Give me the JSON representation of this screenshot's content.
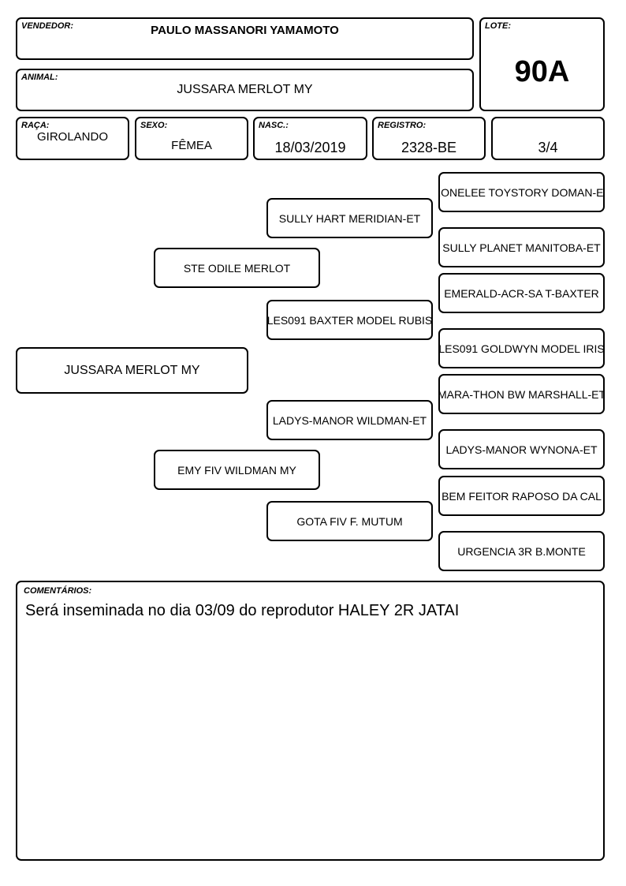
{
  "header": {
    "vendedor_label": "VENDEDOR:",
    "vendedor": "PAULO MASSANORI YAMAMOTO",
    "lote_label": "LOTE:",
    "lote": "90A",
    "animal_label": "ANIMAL:",
    "animal": "JUSSARA MERLOT MY"
  },
  "info": {
    "raca_label": "RAÇA:",
    "raca": "GIROLANDO",
    "sexo_label": "SEXO:",
    "sexo": "FÊMEA",
    "nasc_label": "NASC.:",
    "nasc": "18/03/2019",
    "registro_label": "REGISTRO:",
    "registro": "2328-BE",
    "grau": "3/4"
  },
  "pedigree": {
    "animal": "JUSSARA MERLOT MY",
    "sire": "STE ODILE MERLOT",
    "dam": "EMY FIV WILDMAN MY",
    "sire_sire": "SULLY HART MERIDIAN-ET",
    "sire_dam": "LES091 BAXTER MODEL RUBIS",
    "dam_sire": "LADYS-MANOR WILDMAN-ET",
    "dam_dam": "GOTA FIV F. MUTUM",
    "gg": [
      "RONELEE TOYSTORY DOMAN-ET",
      "SULLY PLANET MANITOBA-ET",
      "EMERALD-ACR-SA T-BAXTER",
      "LES091 GOLDWYN MODEL IRIS",
      "MARA-THON BW MARSHALL-ET",
      "LADYS-MANOR WYNONA-ET",
      "BEM FEITOR RAPOSO DA CAL",
      "URGENCIA 3R B.MONTE"
    ]
  },
  "comments": {
    "label": "COMENTÁRIOS:",
    "text": "Será inseminada no dia 03/09 do reprodutor HALEY 2R JATAI"
  }
}
